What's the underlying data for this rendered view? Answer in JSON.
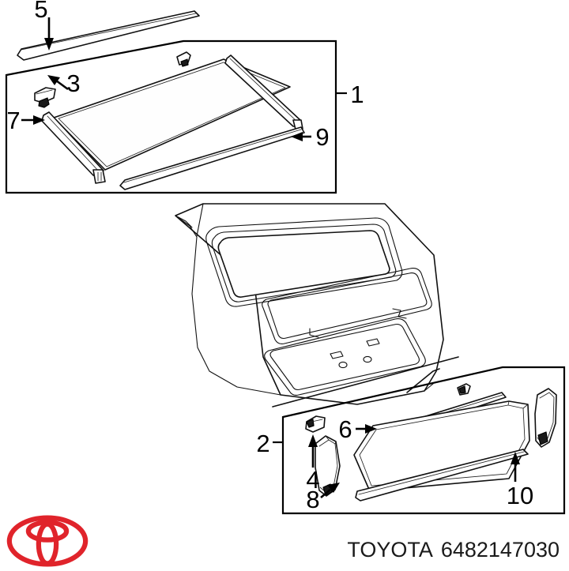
{
  "diagram": {
    "title": "Toyota rear door window molding exploded view",
    "callouts": [
      {
        "id": "1",
        "label": "1",
        "description": "back door glass assembly group box"
      },
      {
        "id": "2",
        "label": "2",
        "description": "back door lower garnish group box"
      },
      {
        "id": "3",
        "label": "3",
        "description": "molding clip"
      },
      {
        "id": "4",
        "label": "4",
        "description": "garnish clip"
      },
      {
        "id": "5",
        "label": "5",
        "description": "upper back window molding strip"
      },
      {
        "id": "6",
        "label": "6",
        "description": "upper garnish molding strip"
      },
      {
        "id": "7",
        "label": "7",
        "description": "side window molding left"
      },
      {
        "id": "8",
        "label": "8",
        "description": "garnish end bracket"
      },
      {
        "id": "9",
        "label": "9",
        "description": "lower window molding"
      },
      {
        "id": "10",
        "label": "10",
        "description": "lower garnish molding strip"
      }
    ]
  },
  "footer": {
    "brand": "TOYOTA",
    "part_number": "6482147030",
    "logo_name": "toyota-logo",
    "logo_color": "#E0242B"
  },
  "colors": {
    "line": "#111111",
    "accent_red": "#E0242B",
    "background": "#ffffff"
  }
}
